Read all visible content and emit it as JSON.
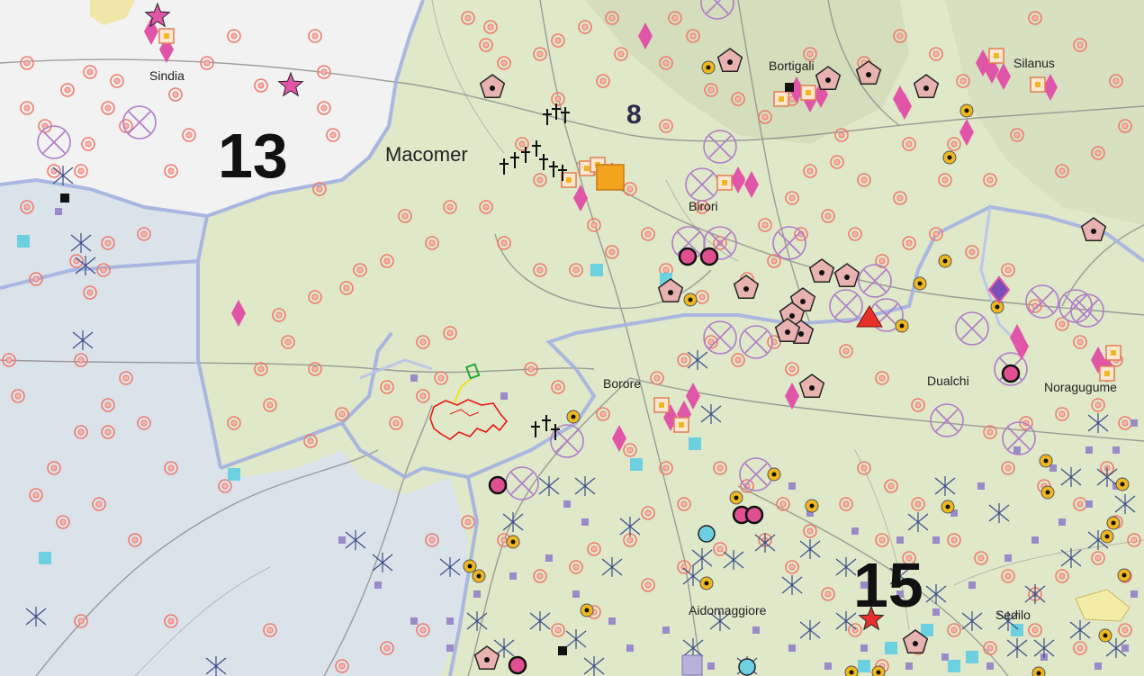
{
  "map": {
    "colors": {
      "land_green": "#dfe8c8",
      "land_white": "#f2f2f2",
      "land_blue": "#dbe3ea",
      "border": "#a6b4e0",
      "road": "#8a8a8a",
      "site_ring": "#f07a6e",
      "diamond": "#e055a8",
      "pentagon": "#e7b2b0",
      "cross_circle": "#b07cc8",
      "square_cyan": "#6cd0e0",
      "square_purple": "#9a8ac8",
      "x_mark": "#3c4d8a",
      "gold": "#f0b820",
      "star": "#e8302a",
      "highlight": "#e81818"
    },
    "towns": [
      {
        "name": "Sindia",
        "icon": "town-label"
      },
      {
        "name": "Macomer",
        "icon": "town-label"
      },
      {
        "name": "Bortigali",
        "icon": "town-label"
      },
      {
        "name": "Silanus",
        "icon": "town-label"
      },
      {
        "name": "Birori",
        "icon": "town-label"
      },
      {
        "name": "Borore",
        "icon": "town-label"
      },
      {
        "name": "Dualchi",
        "icon": "town-label"
      },
      {
        "name": "Noragugume",
        "icon": "town-label"
      },
      {
        "name": "Aidomaggiore",
        "icon": "town-label"
      },
      {
        "name": "Sedilo",
        "icon": "town-label"
      }
    ],
    "zones": [
      "13",
      "8",
      "15"
    ]
  }
}
